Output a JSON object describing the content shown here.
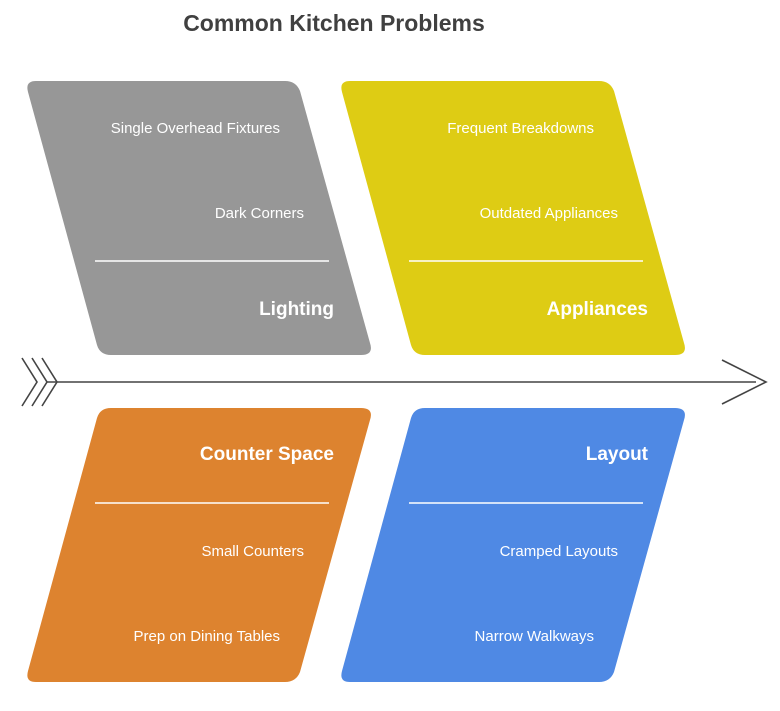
{
  "title": "Common Kitchen Problems",
  "categories": [
    {
      "name": "Lighting",
      "color": "#979797",
      "items": [
        "Single Overhead Fixtures",
        "Dark Corners"
      ]
    },
    {
      "name": "Appliances",
      "color": "#DECC14",
      "items": [
        "Frequent Breakdowns",
        "Outdated Appliances"
      ]
    },
    {
      "name": "Counter Space",
      "color": "#DD832F",
      "items": [
        "Small Counters",
        "Prep on Dining Tables"
      ]
    },
    {
      "name": "Layout",
      "color": "#4F89E4",
      "items": [
        "Cramped Layouts",
        "Narrow Walkways"
      ]
    }
  ]
}
